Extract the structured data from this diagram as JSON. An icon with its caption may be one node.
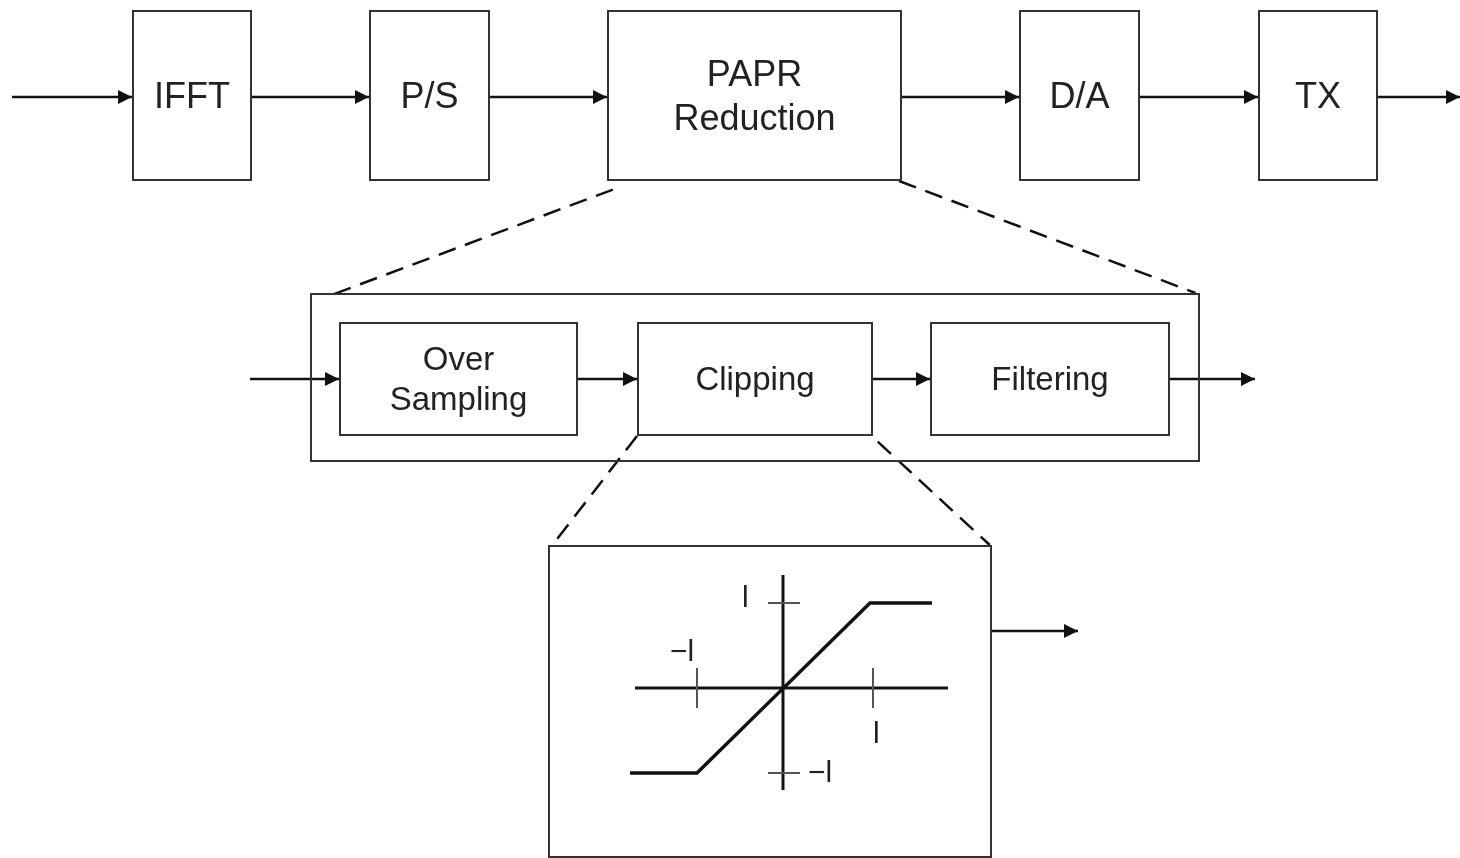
{
  "diagram": {
    "nodes": [
      {
        "text": [
          "IFFT"
        ]
      },
      {
        "text": [
          "P/S"
        ]
      },
      {
        "text": [
          "PAPR Reduction"
        ]
      },
      {
        "text": [
          "D/A"
        ]
      },
      {
        "text": [
          "TX"
        ]
      },
      {
        "text": [],
        "shape": "box"
      },
      {
        "text": [
          "Over Sampling"
        ],
        "in": 5
      },
      {
        "text": [
          "Clipping"
        ],
        "in": 5
      },
      {
        "text": [
          "Filtering"
        ],
        "in": 5
      },
      {
        "text": [],
        "shape": "box"
      }
    ],
    "edges": [
      {
        "from": null,
        "to": 0,
        "arrow": "to"
      },
      {
        "from": 0,
        "to": 1,
        "arrow": "to"
      },
      {
        "from": 1,
        "to": 2,
        "arrow": "to"
      },
      {
        "from": 2,
        "to": 3,
        "arrow": "to"
      },
      {
        "from": 3,
        "to": 4,
        "arrow": "to"
      },
      {
        "from": 4,
        "to": null,
        "arrow": "to"
      },
      {
        "from": 2,
        "to": 5,
        "arrow": "none",
        "style": "dashed"
      },
      {
        "from": 2,
        "to": 5,
        "arrow": "none",
        "style": "dashed"
      },
      {
        "from": null,
        "to": 6,
        "arrow": "to"
      },
      {
        "from": 6,
        "to": 7,
        "arrow": "to"
      },
      {
        "from": 7,
        "to": 8,
        "arrow": "to"
      },
      {
        "from": 8,
        "to": null,
        "arrow": "to"
      },
      {
        "from": 7,
        "to": 9,
        "arrow": "none",
        "style": "dashed"
      },
      {
        "from": 7,
        "to": 9,
        "arrow": "none",
        "style": "dashed"
      },
      {
        "from": 9,
        "to": null,
        "arrow": "to"
      }
    ],
    "labels": [
      "l",
      "−l",
      "l",
      "−l"
    ]
  }
}
